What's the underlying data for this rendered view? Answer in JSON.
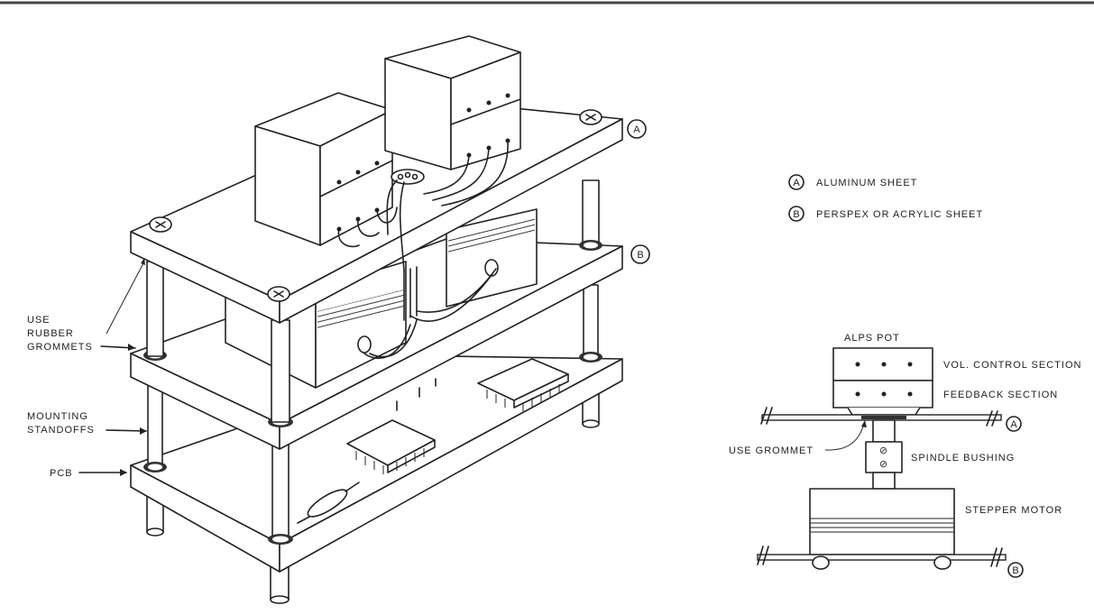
{
  "legend": {
    "a": {
      "letter": "A",
      "text": "ALUMINUM SHEET"
    },
    "b": {
      "letter": "B",
      "text": "PERSPEX OR ACRYLIC SHEET"
    }
  },
  "assembly": {
    "callout_a": "A",
    "callout_b": "B",
    "use_label": "USE",
    "rubber_label": "RUBBER",
    "grommets_label": "GROMMETS",
    "mounting_label": "MOUNTING",
    "standoffs_label": "STANDOFFS",
    "pcb_label": "PCB"
  },
  "pot_detail": {
    "title": "ALPS POT",
    "vol_section": "VOL. CONTROL SECTION",
    "feedback_section": "FEEDBACK SECTION",
    "use_grommet": "USE GROMMET",
    "spindle_bushing": "SPINDLE BUSHING",
    "stepper_motor": "STEPPER MOTOR",
    "callout_a": "A",
    "callout_b": "B"
  }
}
